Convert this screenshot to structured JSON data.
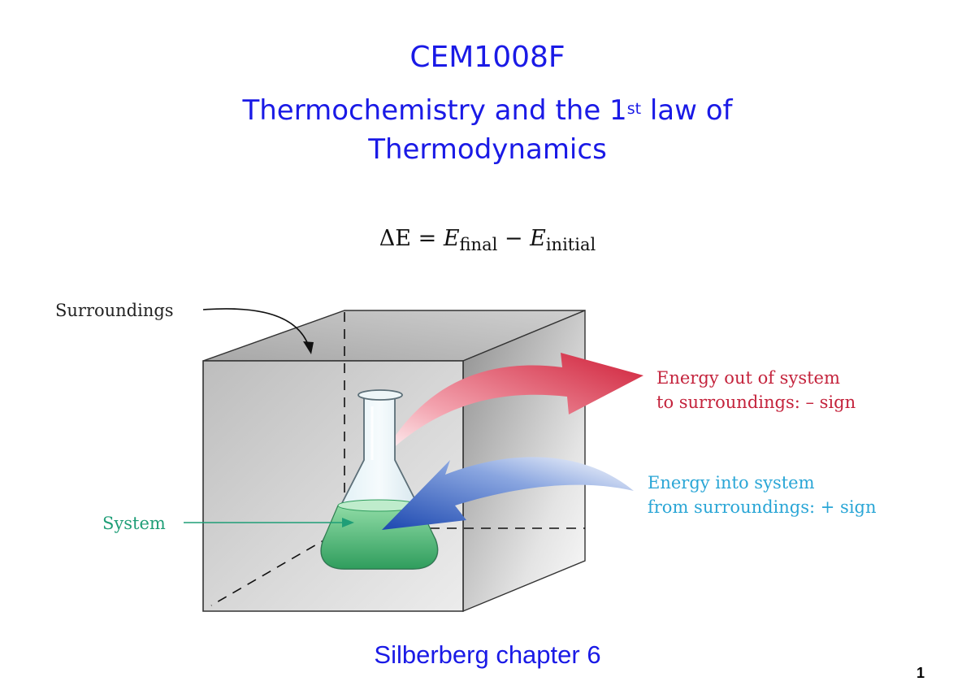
{
  "slide": {
    "course_code": "CEM1008F",
    "title_part1": "Thermochemistry and the 1",
    "title_superscript": "st",
    "title_part2": " law of",
    "title_line2": "Thermodynamics",
    "footer": "Silberberg chapter 6",
    "page_number": "1"
  },
  "equation": {
    "lhs": "ΔE",
    "equals": " = ",
    "term1": "E",
    "term1_sub": "final",
    "minus": " − ",
    "term2": "E",
    "term2_sub": "initial"
  },
  "diagram": {
    "surroundings_label": "Surroundings",
    "system_label": "System",
    "energy_out_line1": "Energy out of system",
    "energy_out_line2": "to surroundings: – sign",
    "energy_in_line1": "Energy into system",
    "energy_in_line2": "from surroundings: + sign",
    "colors": {
      "heading_blue": "#1a1ae6",
      "energy_out_red": "#c4233c",
      "energy_in_blue": "#2aa6d6",
      "system_green": "#1f9e77"
    }
  }
}
